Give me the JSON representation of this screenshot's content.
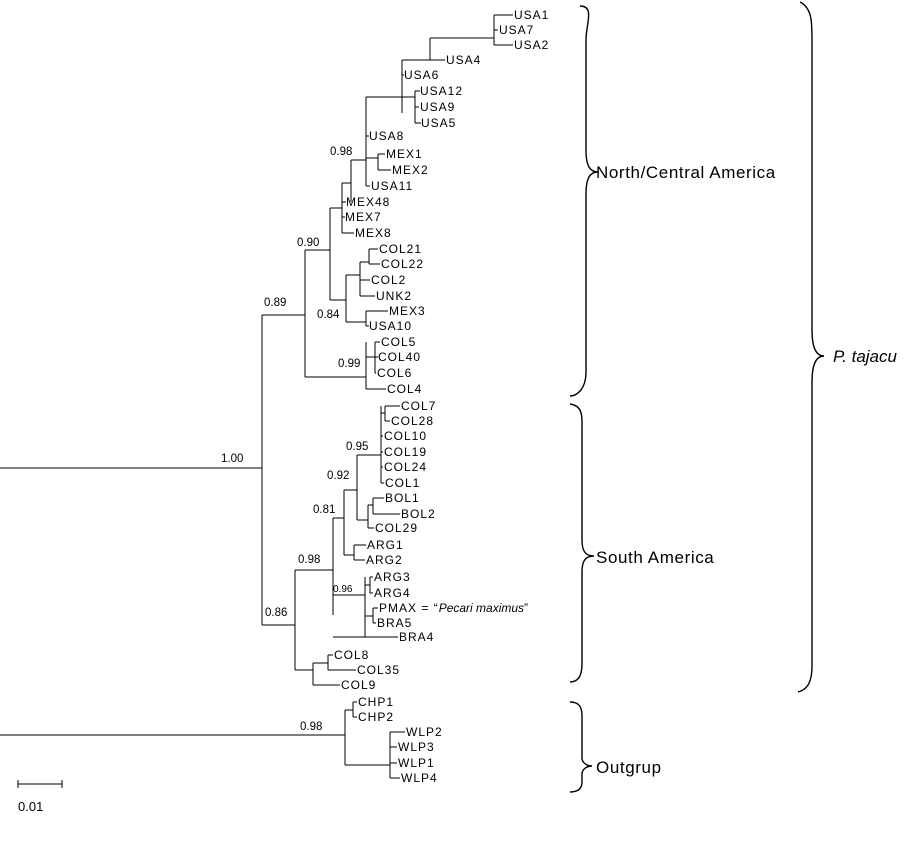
{
  "taxa": {
    "USA1": "USA1",
    "USA7": "USA7",
    "USA2": "USA2",
    "USA4": "USA4",
    "USA6": "USA6",
    "USA12": "USA12",
    "USA9": "USA9",
    "USA5": "USA5",
    "USA8": "USA8",
    "MEX1": "MEX1",
    "MEX2": "MEX2",
    "USA11": "USA11",
    "MEX48": "MEX48",
    "MEX7": "MEX7",
    "MEX8": "MEX8",
    "COL21": "COL21",
    "COL22": "COL22",
    "COL2": "COL2",
    "UNK2": "UNK2",
    "MEX3": "MEX3",
    "USA10": "USA10",
    "COL5": "COL5",
    "COL40": "COL40",
    "COL6": "COL6",
    "COL4": "COL4",
    "COL7": "COL7",
    "COL28": "COL28",
    "COL10": "COL10",
    "COL19": "COL19",
    "COL24": "COL24",
    "COL1": "COL1",
    "BOL1": "BOL1",
    "BOL2": "BOL2",
    "COL29": "COL29",
    "ARG1": "ARG1",
    "ARG2": "ARG2",
    "ARG3": "ARG3",
    "ARG4": "ARG4",
    "PMAX": "PMAX = “",
    "PMAX_italic": "Pecari maximus",
    "PMAX_close": "”",
    "BRA5": "BRA5",
    "BRA4": "BRA4",
    "COL8": "COL8",
    "COL35": "COL35",
    "COL9": "COL9",
    "CHP1": "CHP1",
    "CHP2": "CHP2",
    "WLP2": "WLP2",
    "WLP3": "WLP3",
    "WLP1": "WLP1",
    "WLP4": "WLP4"
  },
  "support": {
    "s_098_mex": "0.98",
    "s_090": "0.90",
    "s_089": "0.89",
    "s_084": "0.84",
    "s_099": "0.99",
    "s_100": "1.00",
    "s_095": "0.95",
    "s_092": "0.92",
    "s_081": "0.81",
    "s_098_sa": "0.98",
    "s_096": "0.96",
    "s_086": "0.86",
    "s_098_out": "0.98"
  },
  "clades": {
    "north": "North/Central America",
    "south": "South America",
    "outgroup": "Outgrup",
    "species": "P. tajacu"
  },
  "scale_bar": {
    "label": "0.01",
    "value": 0.01
  }
}
